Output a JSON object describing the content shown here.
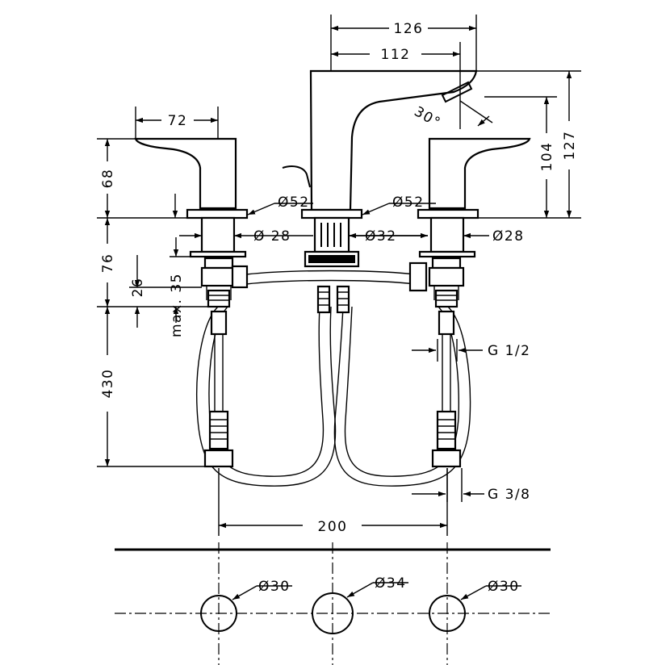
{
  "dimensions": {
    "d126": "126",
    "d112": "112",
    "d72": "72",
    "d30deg": "30°",
    "d104": "104",
    "d127": "127",
    "d68": "68",
    "d76": "76",
    "d26": "26",
    "dmax35": "max. 35",
    "d430": "430",
    "dia52_left": "Ø52",
    "dia52_center": "Ø52",
    "dia28_left": "Ø 28",
    "dia32": "Ø32",
    "dia28_right": "Ø28",
    "g12": "G 1/2",
    "g38": "G 3/8",
    "d200": "200",
    "hole_left": "Ø30",
    "hole_center": "Ø34",
    "hole_right": "Ø30"
  }
}
